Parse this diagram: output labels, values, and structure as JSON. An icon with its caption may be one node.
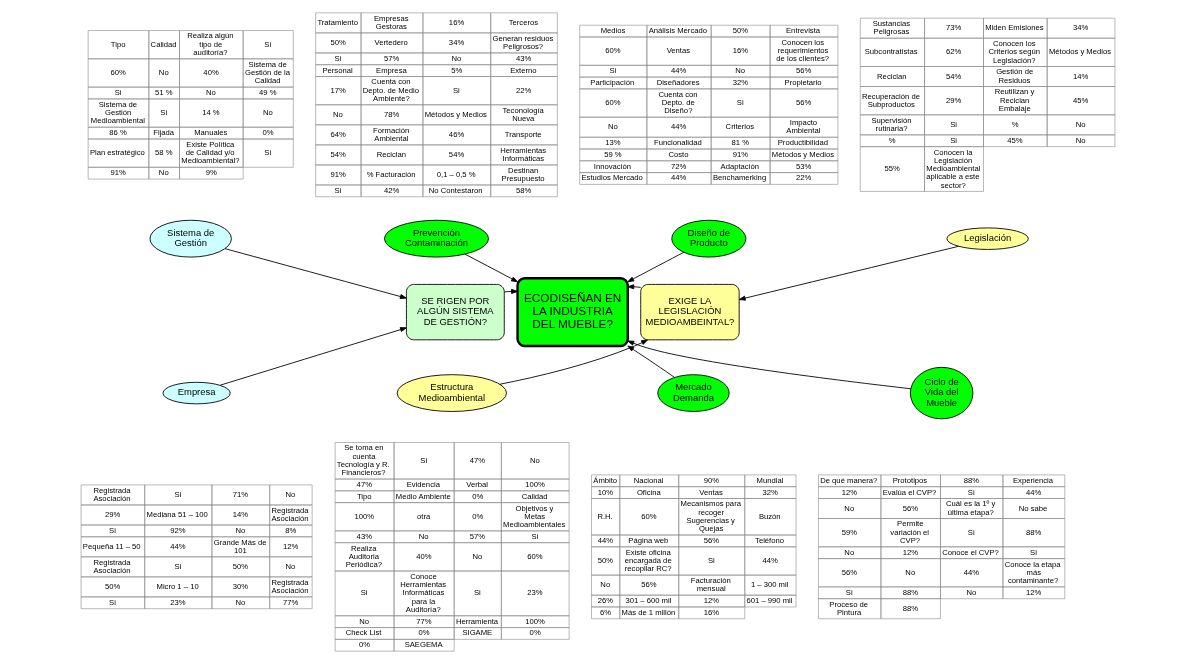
{
  "diagram": {
    "nodes": [
      {
        "text": [
          "ECODISEÑAN EN LA INDUSTRIA DEL MUEBLE?"
        ]
      },
      {
        "text": [
          "SE RIGEN POR ALGÚN SISTEMA DE GESTIÓN?"
        ]
      },
      {
        "text": [
          "EXIGE LA LEGISLACIÓN MEDIOAMBEINTAL?"
        ]
      },
      {
        "text": [
          "Sistema de Gestión"
        ],
        "beside": [
          "Tipo",
          "Calidad",
          "Realiza algún tipo de auditoría?",
          "Si",
          "60%",
          "No",
          "40%",
          "Sistema de Gestión de la Calidad",
          "Si",
          "51 %",
          "No",
          "49 %",
          "Sistema de Gestión Medioambiental",
          "Si",
          "14 %",
          "No",
          "86 %",
          "Fijada",
          "Manuales",
          "0%",
          "Plan estratégico",
          "58 %",
          "Existe Política de Calidad y/o Medioambiental?",
          "Si",
          "91%",
          "No",
          "9%"
        ]
      },
      {
        "text": [
          "Diseño de Producto"
        ],
        "beside": [
          "Medios",
          "Análisis Mercado",
          "50%",
          "Entrevista",
          "60%",
          "Ventas",
          "16%",
          "Conocen los requerimientos de los clientes?",
          "Si",
          "44%",
          "No",
          "56%",
          "Participación",
          "Diseñadores",
          "32%",
          "Propietario",
          "60%",
          "Cuenta con Depto. de Diseño?",
          "Si",
          "56%",
          "No",
          "44%",
          "Criterios",
          "Impacto Ambiental",
          "13%",
          "Funcionalidad",
          "81 %",
          "Productibilidad",
          "59 %",
          "Costo",
          "91%",
          "Métodos y Medios",
          "Innovación",
          "72%",
          "Adaptación",
          "53%",
          "Estudios Mercado",
          "44%",
          "Benchamerking",
          "22%"
        ]
      },
      {
        "text": [
          "Prevención Contaminación"
        ],
        "beside": [
          "Tratamiento",
          "Empresas Gestoras",
          "16%",
          "Terceros",
          "50%",
          "Vertedero",
          "34%",
          "Generan residuos Peligrosos?",
          "Si",
          "57%",
          "No",
          "43%",
          "Personal",
          "Empresa",
          "5%",
          "Externo",
          "17%",
          "Cuenta con Depto. de Medio Ambiente?",
          "Si",
          "22%",
          "No",
          "78%",
          "Métodos y Medios",
          "Teconología Nueva",
          "64%",
          "Formación Ambiental",
          "46%",
          "Transporte",
          "54%",
          "Reciclan",
          "54%",
          "Herramientas Informáticas",
          "91%",
          "% Facturación",
          "0,1 – 0,5 %",
          "Destinan Presupuesto",
          "Si",
          "42%",
          "No Contestaron",
          "58%"
        ]
      },
      {
        "text": [
          "Legislación"
        ],
        "beside": [
          "Sustancias Peligrosas",
          "73%",
          "Miden Emisiones",
          "34%",
          "Subcontratistas",
          "62%",
          "Conocen los Criterios según Legislación?",
          "Métodos y Medios",
          "Reciclan",
          "54%",
          "Gestión de Residuos",
          "14%",
          "Recuperación de Subproductos",
          "29%",
          "Reutilizan y Reciclan Embalaje",
          "45%",
          "Supervisión rutinaria?",
          "Si",
          "%",
          "No",
          "%",
          "Si",
          "45%",
          "No",
          "55%",
          "Conocen la Legislación Medioambiental aplicable a este sector?"
        ]
      },
      {
        "text": [
          "Empresa"
        ],
        "beside": [
          "Registrada Asociación",
          "Si",
          "71%",
          "No",
          "29%",
          "Mediana 51 – 100",
          "14%",
          "Registrada Asociación",
          "Si",
          "92%",
          "No",
          "8%",
          "Pequeña 11 – 50",
          "44%",
          "Grande Más de 101",
          "12%",
          "Registrada Asociación",
          "Si",
          "50%",
          "No",
          "50%",
          "Micro 1 – 10",
          "30%",
          "Registrada Asociación",
          "Si",
          "23%",
          "No",
          "77%"
        ]
      },
      {
        "text": [
          "Mercado Demanda"
        ],
        "beside": [
          "Ámbito",
          "Nacional",
          "90%",
          "Mundial",
          "10%",
          "Oficina",
          "Ventas",
          "32%",
          "R.H.",
          "60%",
          "Mecanismos para recoger Sugerencias y Quejas",
          "Buzón",
          "44%",
          "Página web",
          "56%",
          "Teléfono",
          "50%",
          "Existe oficina encargada de recopilar RC?",
          "Si",
          "44%",
          "No",
          "56%",
          "Facturación mensual",
          "1 – 300 mil",
          "26%",
          "301 – 600 mil",
          "12%",
          "601 – 990 mil",
          "6%",
          "Más de 1 millón",
          "16%"
        ]
      },
      {
        "text": [
          "Ciclo de Vida del Mueble"
        ],
        "beside": [
          "De qué manera?",
          "Prototipos",
          "88%",
          "Experiencia",
          "12%",
          "Evalúa el CVP?",
          "Si",
          "44%",
          "No",
          "56%",
          "Cuál es la 1º y última etapa?",
          "No sabe",
          "59%",
          "Permite variación el CVP?",
          "Si",
          "88%",
          "No",
          "12%",
          "Conoce el CVP?",
          "Si",
          "56%",
          "No",
          "44%",
          "Conoce la etapa más contaminante?",
          "Si",
          "88%",
          "No",
          "12%",
          "Proceso de Pintura",
          "88%"
        ]
      },
      {
        "text": [
          "Estructura Medioambiental"
        ],
        "beside": [
          "Se toma en cuenta Tecnología y R. Financieros?",
          "Si",
          "47%",
          "No",
          "47%",
          "Evidencia",
          "Verbal",
          "100%",
          "Tipo",
          "Medio Ambiente",
          "0%",
          "Calidad",
          "100%",
          "otra",
          "0%",
          "Objetivos y Metas Medioambientales",
          "43%",
          "No",
          "57%",
          "Si",
          "Realiza Auditoria Periódica?",
          "40%",
          "No",
          "60%",
          "Si",
          "Conoce Herramientas Informáticas para la Auditoría?",
          "Si",
          "23%",
          "No",
          "77%",
          "Herramienta",
          "100%",
          "Check List",
          "0%",
          "SIGAME",
          "0%",
          "0%",
          "SAEGEMA"
        ]
      }
    ],
    "edges": [
      {
        "from": 3,
        "to": 1,
        "arrow": "to"
      },
      {
        "from": 7,
        "to": 1,
        "arrow": "to"
      },
      {
        "from": 4,
        "to": 0,
        "arrow": "to"
      },
      {
        "from": 5,
        "to": 0,
        "arrow": "to"
      },
      {
        "from": 8,
        "to": 0,
        "arrow": "to"
      },
      {
        "from": 9,
        "to": 0,
        "arrow": "to"
      },
      {
        "from": 6,
        "to": 2,
        "arrow": "to"
      },
      {
        "from": 10,
        "to": 2,
        "arrow": "to"
      },
      {
        "from": 1,
        "to": 0,
        "arrow": "to"
      },
      {
        "from": 2,
        "to": 0,
        "arrow": "to"
      }
    ]
  }
}
